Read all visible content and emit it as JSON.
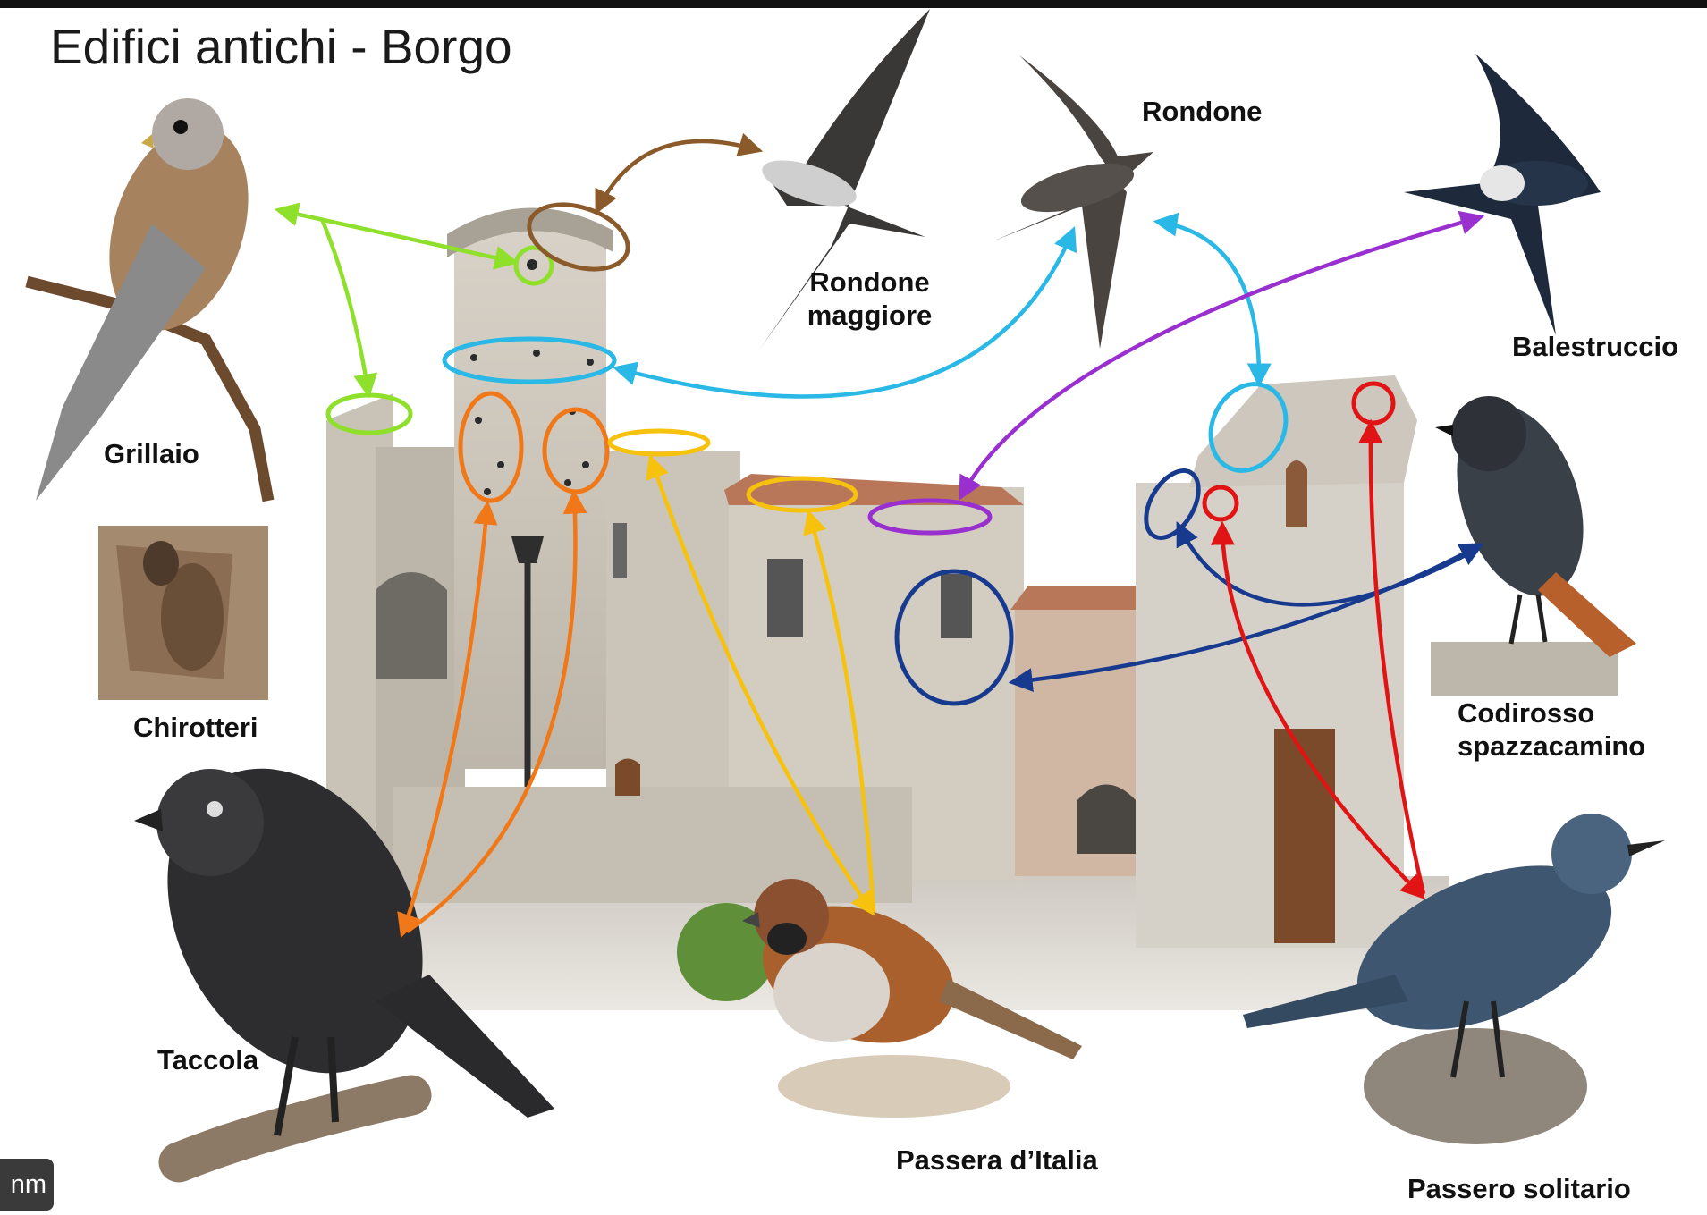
{
  "title": "Edifici antichi - Borgo",
  "species": {
    "grillaio": "Grillaio",
    "chirotteri": "Chirotteri",
    "taccola": "Taccola",
    "rondone_maggiore": [
      "Rondone",
      "maggiore"
    ],
    "rondone": "Rondone",
    "balestruccio": "Balestruccio",
    "codirosso": [
      "Codirosso",
      "spazzacamino"
    ],
    "passera": "Passera d’Italia",
    "passero_solitario": "Passero solitario"
  },
  "corner_hint": "nm",
  "colors": {
    "grillaio": "#8ee02a",
    "rondone_maggiore": "#8b5a2b",
    "rondone": "#2ab8e6",
    "balestruccio": "#9a2fd0",
    "taccola": "#f07818",
    "passera": "#f6c20e",
    "codirosso": "#173a8e",
    "passero_solitario": "#e01414"
  }
}
